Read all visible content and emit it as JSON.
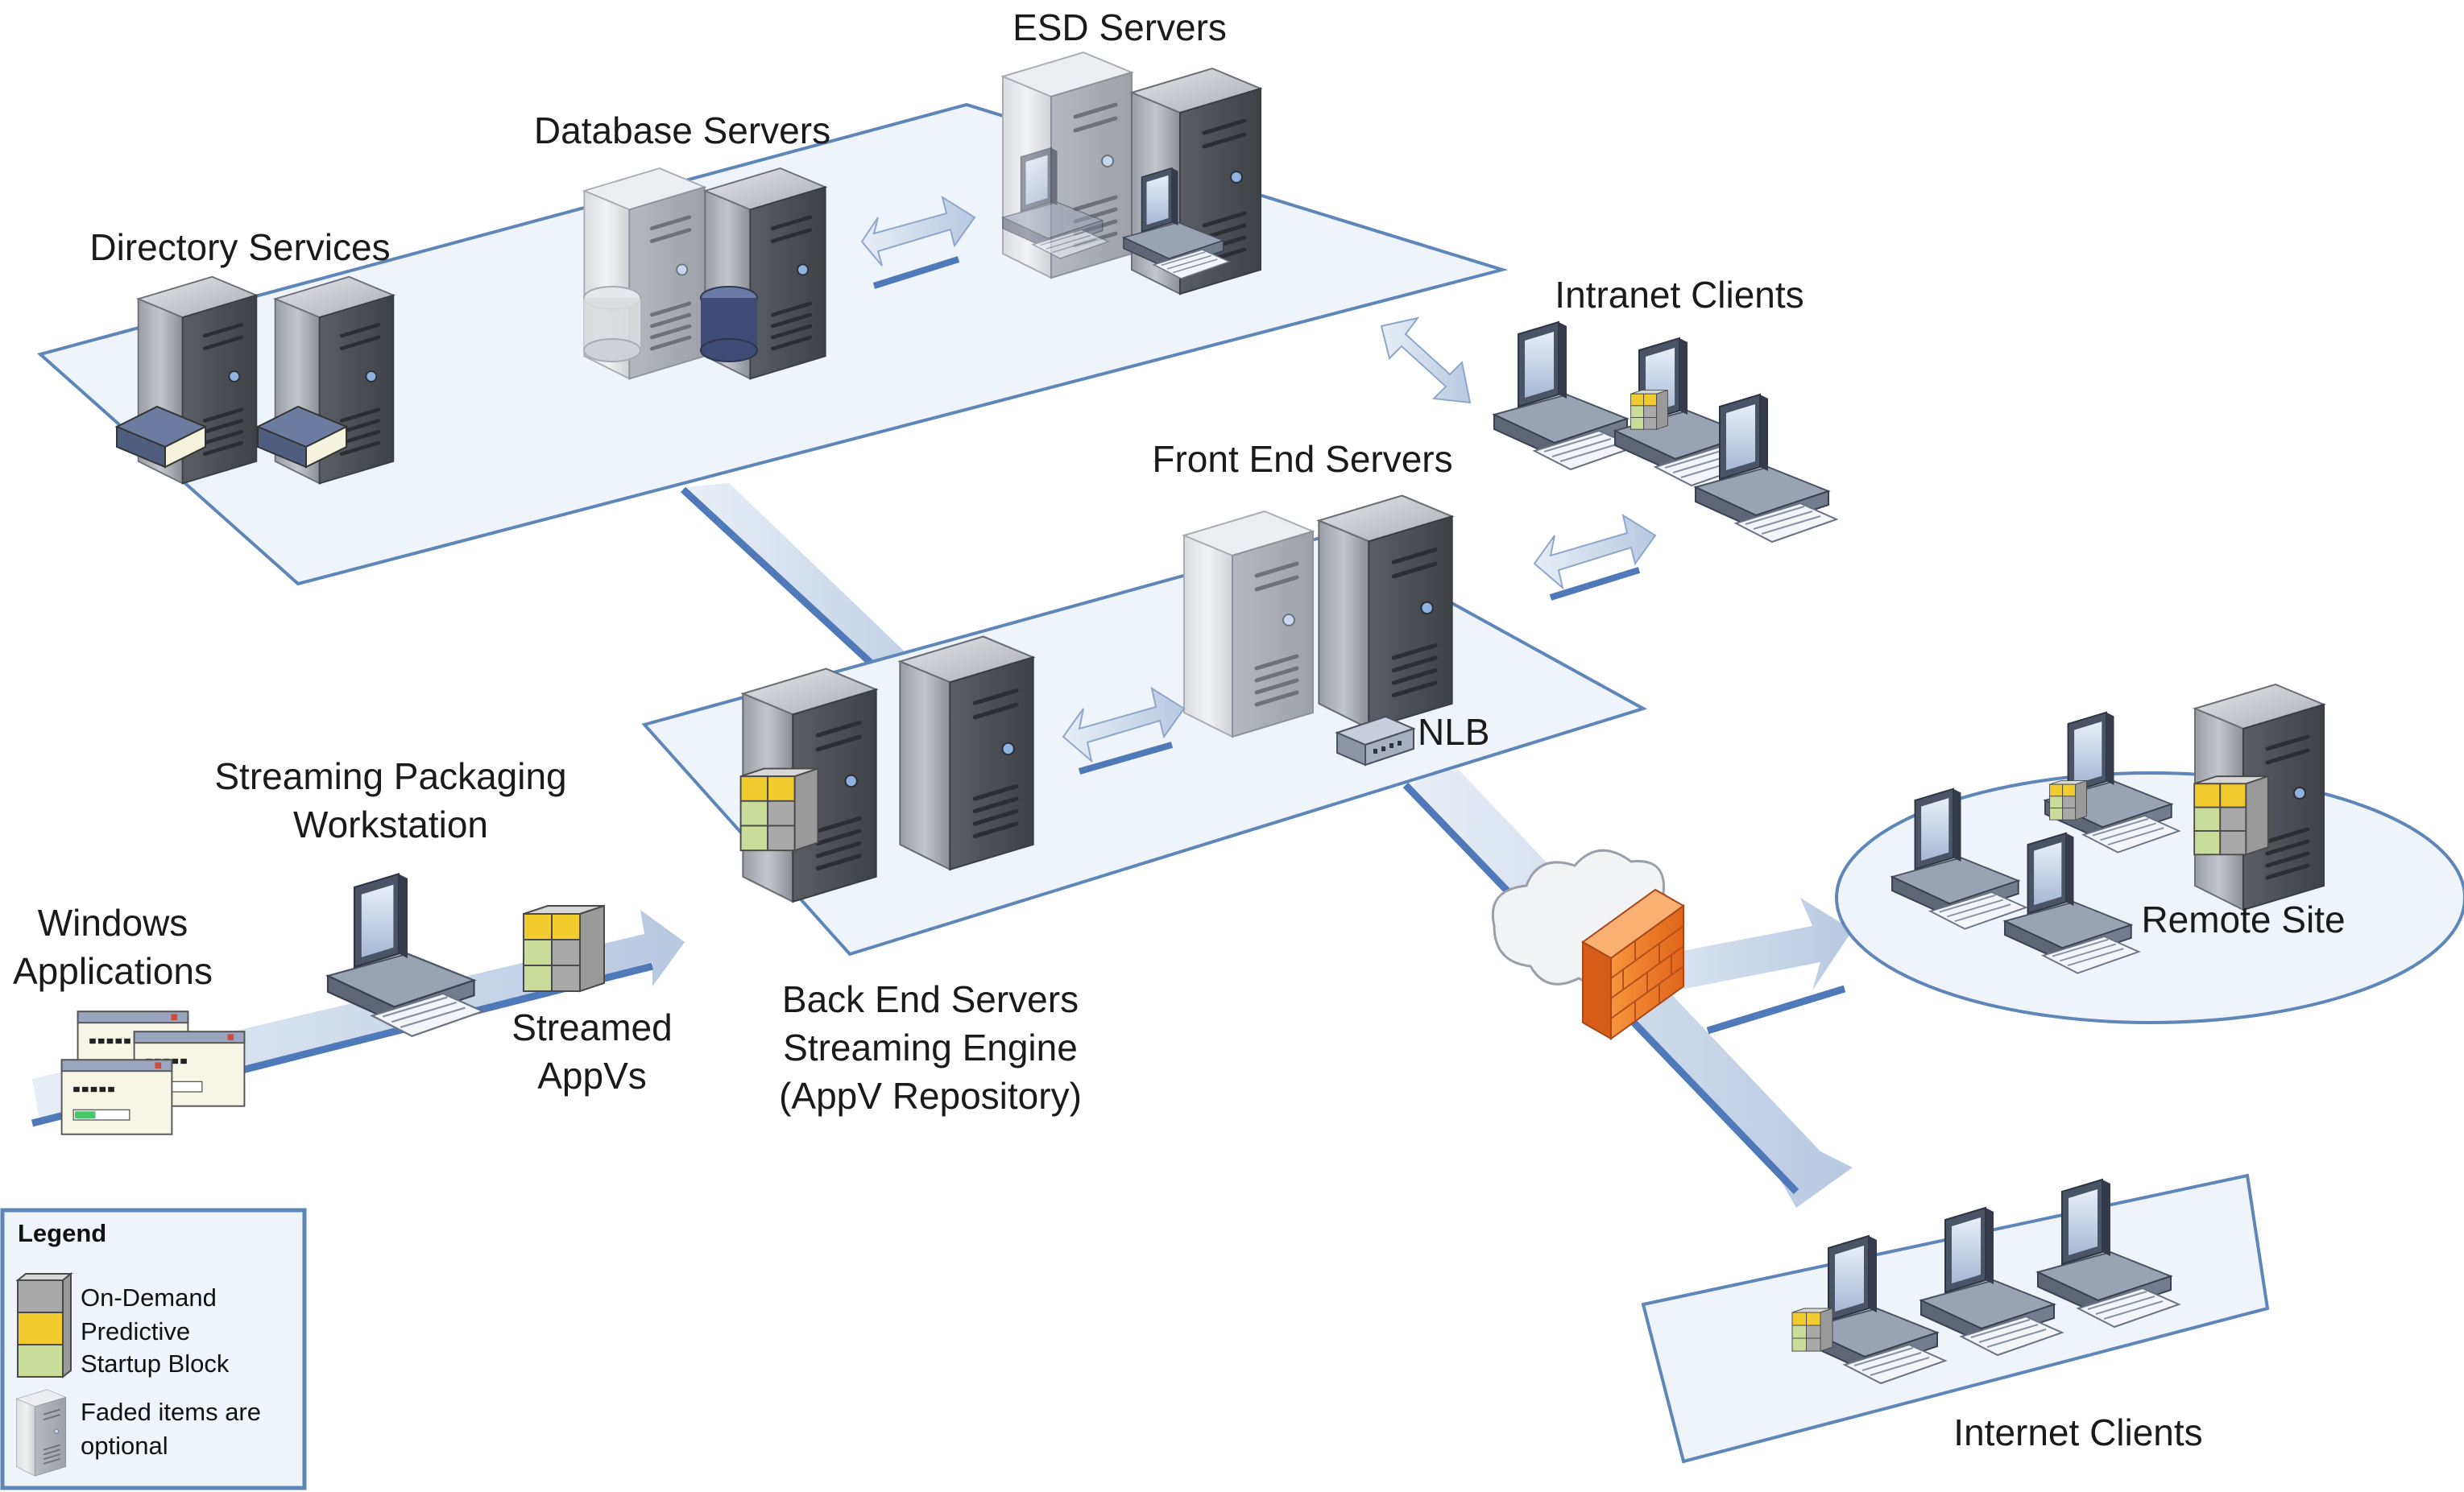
{
  "labels": {
    "esd_servers": "ESD Servers",
    "database_servers": "Database Servers",
    "directory_services": "Directory Services",
    "intranet_clients": "Intranet Clients",
    "front_end_servers": "Front End Servers",
    "nlb": "NLB",
    "streaming_packaging_line1": "Streaming Packaging",
    "streaming_packaging_line2": "Workstation",
    "windows_applications_line1": "Windows",
    "windows_applications_line2": "Applications",
    "streamed_appvs_line1": "Streamed",
    "streamed_appvs_line2": "AppVs",
    "back_end_line1": "Back End Servers",
    "back_end_line2": "Streaming Engine",
    "back_end_line3": "(AppV Repository)",
    "remote_site": "Remote Site",
    "internet_clients": "Internet Clients"
  },
  "legend": {
    "title": "Legend",
    "on_demand": "On-Demand",
    "predictive": "Predictive",
    "startup_block": "Startup Block",
    "faded_line1": "Faded items are",
    "faded_line2": "optional"
  },
  "colors": {
    "platform_fill": "#eef4fa",
    "platform_stroke": "#5f86b8",
    "server_dark": "#7d8087",
    "server_light": "#d7d9dd",
    "on_demand": "#a9a9a9",
    "predictive": "#f2cc2e",
    "startup_block": "#c9dc9a",
    "firewall": "#f07a22",
    "connector": "#4f79b8"
  }
}
